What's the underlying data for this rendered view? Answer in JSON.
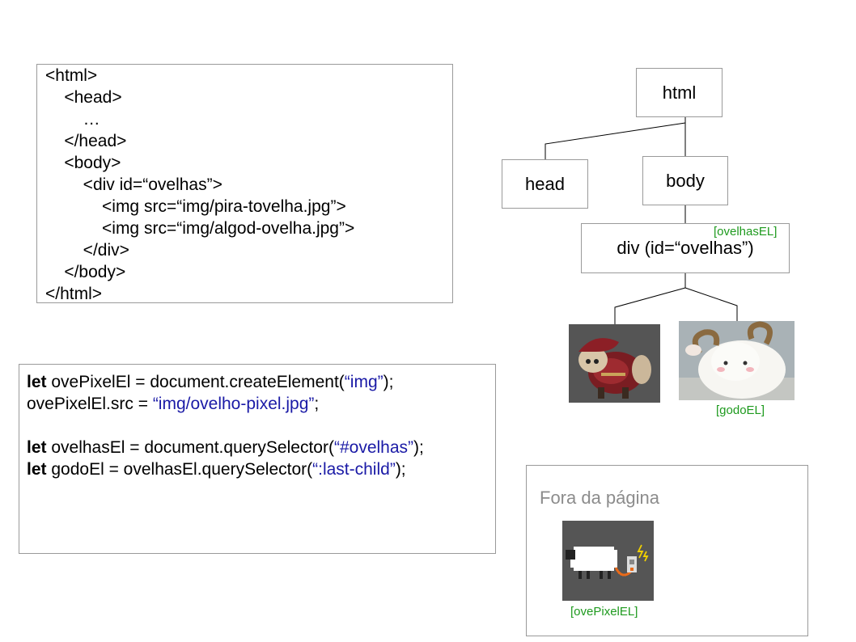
{
  "html_code": {
    "lines": [
      "<html>",
      "    <head>",
      "        …",
      "    </head>",
      "    <body>",
      "        <div id=“ovelhas”>",
      "            <img src=“img/pira-tovelha.jpg”>",
      "            <img src=“img/algod-ovelha.jpg”>",
      "        </div>",
      "    </body>",
      "</html>"
    ]
  },
  "js_code": {
    "line1": {
      "kw": "let",
      "code": " ovePixelEl = document.createElement(",
      "str": "“img”",
      "end": ");"
    },
    "line2": {
      "code": "ovePixelEl.src = ",
      "str": "“img/ovelho-pixel.jpg”",
      "end": ";"
    },
    "line3": {
      "kw": "let",
      "code": " ovelhasEl = document.querySelector(",
      "str": "“#ovelhas”",
      "end": ");"
    },
    "line4": {
      "kw": "let",
      "code": " godoEl = ovelhasEl.querySelector(",
      "str": "“:last-child”",
      "end": ");"
    }
  },
  "tree": {
    "html_node": "html",
    "head_node": "head",
    "body_node": "body",
    "div_node": "div (id=“ovelhas”)",
    "div_tag": "[ovelhasEL]",
    "img2_tag": "[godoEL]"
  },
  "offpage": {
    "title": "Fora da página",
    "img_tag": "[ovePixelEL]"
  },
  "colors": {
    "tag_green": "#1e9a1e",
    "string_blue": "#1a1aa6",
    "border_gray": "#9a9a9a"
  }
}
